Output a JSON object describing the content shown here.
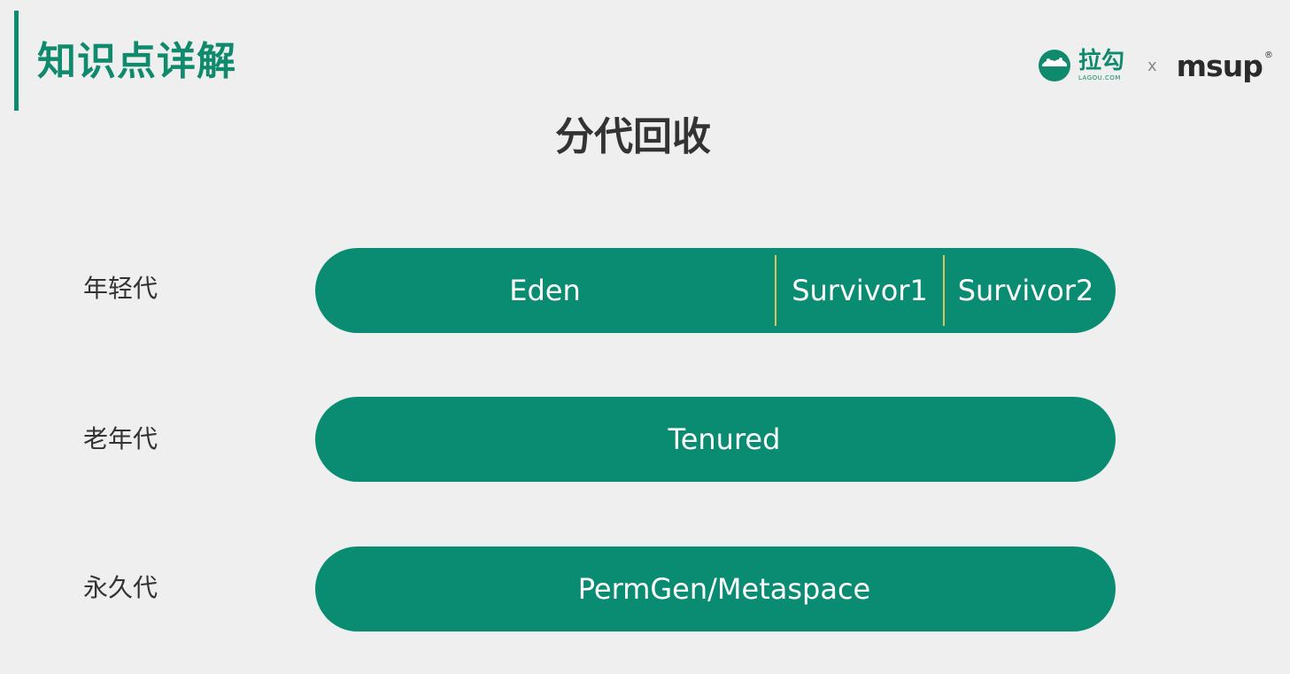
{
  "header": {
    "section_title": "知识点详解",
    "brand": {
      "name": "拉勾",
      "domain": "LAGOU.COM",
      "separator": "x",
      "partner": "msup",
      "partner_mark": "®",
      "icon": "lagou-logo-icon"
    }
  },
  "title": "分代回收",
  "rows": [
    {
      "label": "年轻代",
      "segments": [
        "Eden",
        "Survivor1",
        "Survivor2"
      ]
    },
    {
      "label": "老年代",
      "segments": [
        "Tenured"
      ]
    },
    {
      "label": "永久代",
      "segments": [
        "PermGen/Metaspace"
      ]
    }
  ],
  "colors": {
    "accent": "#0f8a6c",
    "bar": "#0a8c73",
    "divider": "#d9c257",
    "background": "#efefef"
  }
}
